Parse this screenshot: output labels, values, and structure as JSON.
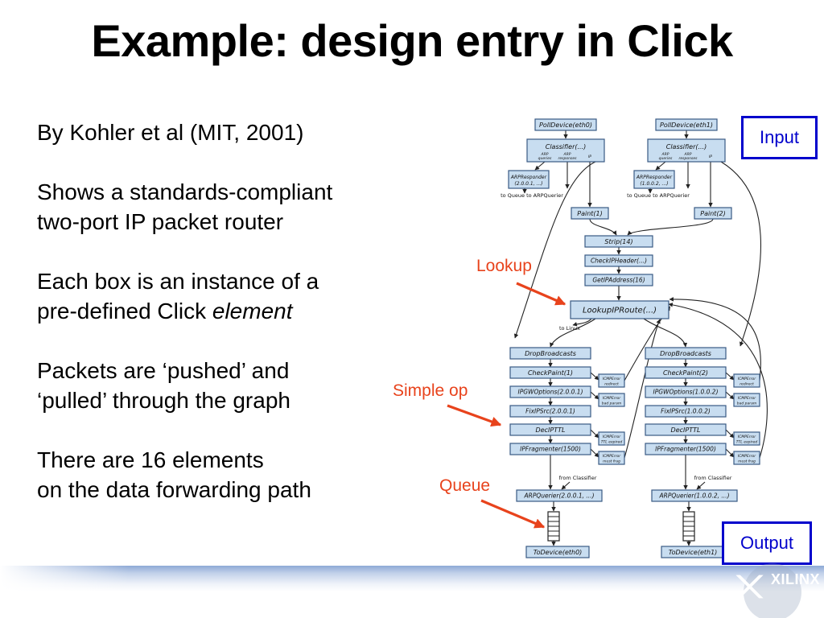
{
  "title": "Example: design entry in Click",
  "bullets": [
    {
      "lines": [
        "By Kohler et al (MIT, 2001)"
      ]
    },
    {
      "lines": [
        "Shows a standards-compliant",
        "two-port IP packet router"
      ]
    },
    {
      "lines": [
        "Each box is an instance of a",
        "pre-defined Click "
      ],
      "italic": "element"
    },
    {
      "lines": [
        "Packets are ‘pushed’ and",
        "‘pulled’ through the graph"
      ]
    },
    {
      "lines": [
        "There are 16 elements",
        "on the data forwarding path"
      ]
    }
  ],
  "callouts": {
    "input": "Input",
    "output": "Output",
    "lookup": "Lookup",
    "simple_op": "Simple op",
    "queue": "Queue"
  },
  "colors": {
    "callout_blue": "#0000cc",
    "callout_orange": "#e8431c",
    "box_fill": "#c8ddf0",
    "box_stroke": "#3a5a84"
  },
  "diagram": {
    "poll_left": "PollDevice(eth0)",
    "poll_right": "PollDevice(eth1)",
    "classifier_left": "Classifier(...)",
    "classifier_right": "Classifier(...)",
    "classifier_ports": [
      "ARP queries",
      "ARP responses",
      "IP"
    ],
    "arp_responder_left": [
      "ARPResponder",
      "(2.0.0.1, ...)"
    ],
    "arp_responder_right": [
      "ARPResponder",
      "(1.0.0.2, ...)"
    ],
    "to_queue_left": "to Queue",
    "to_arpquerier_left": "to ARPQuerier",
    "to_queue_right": "to Queue",
    "to_arpquerier_right": "to ARPQuerier",
    "paint_left": "Paint(1)",
    "paint_right": "Paint(2)",
    "strip": "Strip(14)",
    "check_ip_header": "CheckIPHeader(...)",
    "get_ip_address": "GetIPAddress(16)",
    "lookup_ip_route": "LookupIPRoute(...)",
    "to_linux": "to Linux",
    "drop_broadcasts_left": "DropBroadcasts",
    "drop_broadcasts_right": "DropBroadcasts",
    "check_paint_left": "CheckPaint(1)",
    "check_paint_right": "CheckPaint(2)",
    "ipgw_left": "IPGWOptions(2.0.0.1)",
    "ipgw_right": "IPGWOptions(1.0.0.2)",
    "fixipsrc_left": "FixIPSrc(2.0.0.1)",
    "fixipsrc_right": "FixIPSrc(1.0.0.2)",
    "decipttl_left": "DecIPTTL",
    "decipttl_right": "DecIPTTL",
    "ipfrag_left": "IPFragmenter(1500)",
    "ipfrag_right": "IPFragmenter(1500)",
    "icmp_redirect": [
      "ICMPError",
      "redirect"
    ],
    "icmp_bad_param": [
      "ICMPError",
      "bad param"
    ],
    "icmp_ttl": [
      "ICMPError",
      "TTL expired"
    ],
    "icmp_frag": [
      "ICMPError",
      "must frag"
    ],
    "from_classifier_left": "from Classifier",
    "from_classifier_right": "from Classifier",
    "arpquerier_left": "ARPQuerier(2.0.0.1, ...)",
    "arpquerier_right": "ARPQuerier(1.0.0.2, ...)",
    "todevice_left": "ToDevice(eth0)",
    "todevice_right": "ToDevice(eth1)"
  },
  "logo": {
    "text": "XILINX"
  }
}
